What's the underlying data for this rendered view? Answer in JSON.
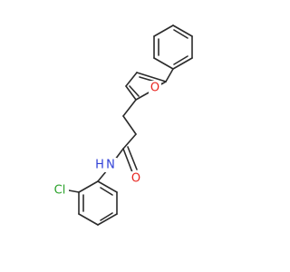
{
  "colors": {
    "bond": "#2b2b2b",
    "carbon": "#2b2b2b",
    "oxygen": "#e8251f",
    "nitrogen": "#2f3fd6",
    "chlorine": "#2aa22a",
    "background": "#ffffff"
  },
  "atoms": {
    "furan_oxygen": {
      "text": "O",
      "element": "oxygen"
    },
    "carbonyl_oxygen": {
      "text": "O",
      "element": "oxygen"
    },
    "amide_n": {
      "text": "N",
      "element": "nitrogen"
    },
    "amide_h": {
      "text": "H",
      "element": "nitrogen"
    },
    "chlorine": {
      "text": "Cl",
      "element": "chlorine"
    }
  }
}
